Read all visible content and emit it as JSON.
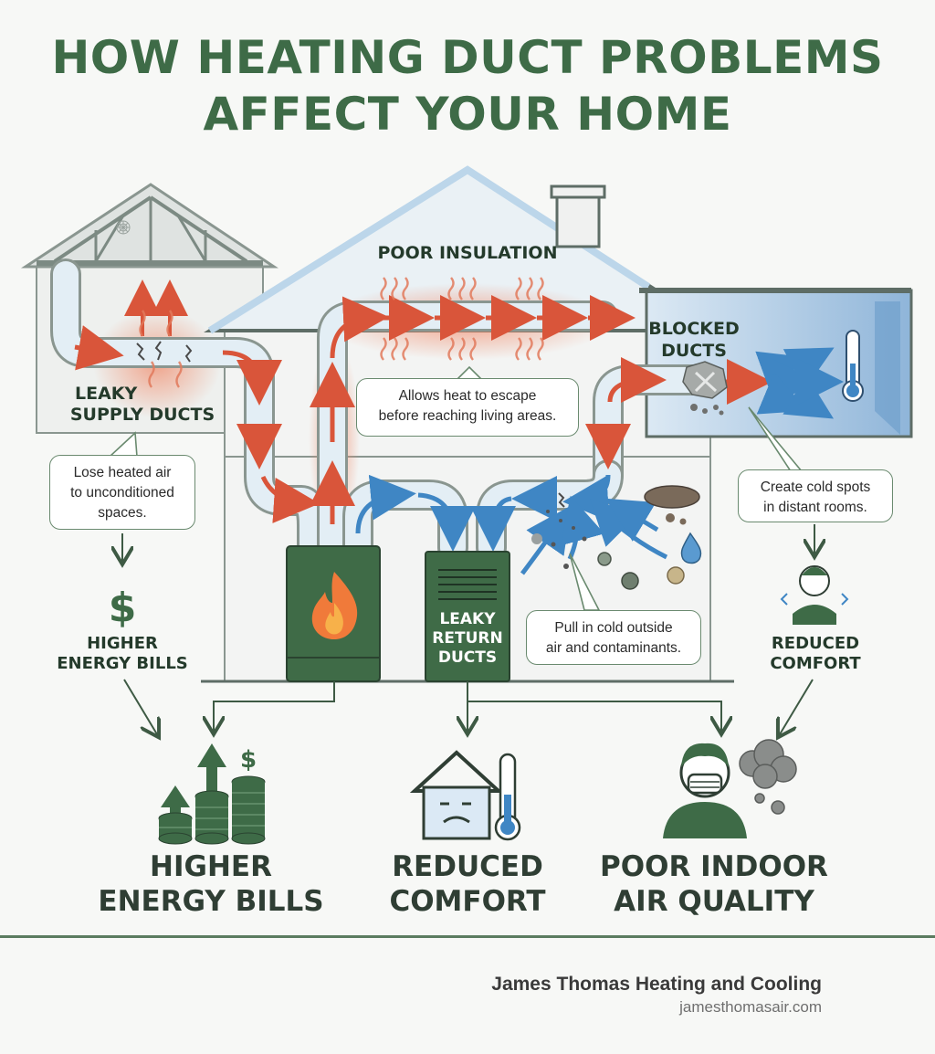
{
  "title": {
    "line1": "HOW HEATING DUCT PROBLEMS",
    "line2": "AFFECT YOUR HOME"
  },
  "labels": {
    "poor_insulation": "POOR INSULATION",
    "blocked_ducts_1": "BLOCKED",
    "blocked_ducts_2": "DUCTS",
    "leaky_supply_1": "LEAKY",
    "leaky_supply_2": "SUPPLY DUCTS",
    "leaky_return_1": "LEAKY",
    "leaky_return_2": "RETURN",
    "leaky_return_3": "DUCTS",
    "higher_bills_small_1": "HIGHER",
    "higher_bills_small_2": "ENERGY BILLS",
    "reduced_comfort_small_1": "REDUCED",
    "reduced_comfort_small_2": "COMFORT",
    "dollar": "$"
  },
  "callouts": {
    "insulation_1": "Allows heat to escape",
    "insulation_2": "before reaching living areas.",
    "supply_1": "Lose heated air",
    "supply_2": "to unconditioned",
    "supply_3": "spaces.",
    "blocked_1": "Create cold spots",
    "blocked_2": "in distant rooms.",
    "return_1": "Pull in cold outside",
    "return_2": "air and contaminants."
  },
  "outcomes": {
    "bills_1": "HIGHER",
    "bills_2": "ENERGY BILLS",
    "comfort_1": "REDUCED",
    "comfort_2": "COMFORT",
    "air_1": "POOR INDOOR",
    "air_2": "AIR QUALITY"
  },
  "footer": {
    "company": "James Thomas Heating and Cooling",
    "website": "jamesthomasair.com"
  },
  "colors": {
    "brand_green": "#3e6b47",
    "heat_red": "#d9553a",
    "cold_blue": "#3f86c4",
    "duct_fill": "#e3eef5"
  },
  "icons": [
    "spider-web-icon",
    "flame-icon",
    "vent-grille-icon",
    "thermometer-icon",
    "dollar-icon",
    "coin-stack-icon",
    "sad-house-icon",
    "masked-person-icon",
    "cold-person-icon",
    "dust-cloud-icon",
    "water-drop-icon"
  ]
}
